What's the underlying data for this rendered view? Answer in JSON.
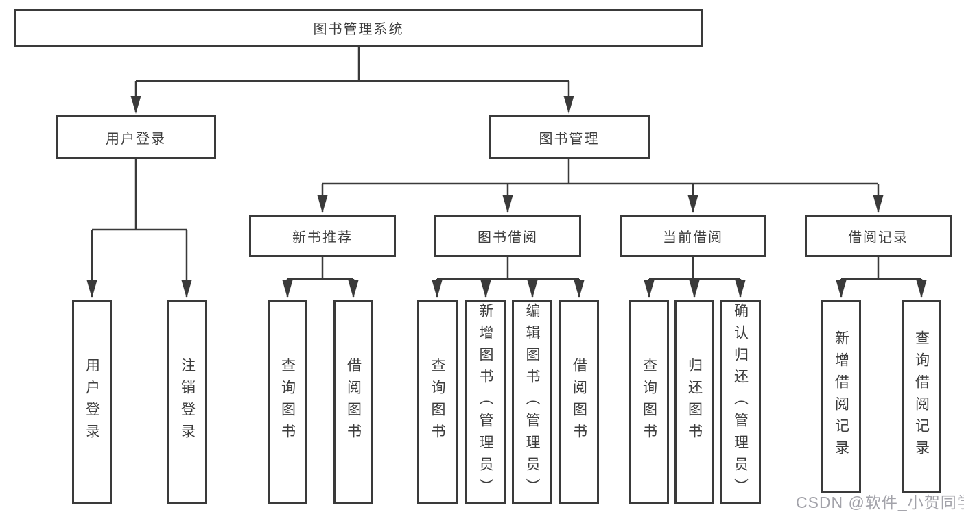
{
  "tree": {
    "label": "图书管理系统",
    "children": [
      {
        "label": "用户登录",
        "children": [
          {
            "label": "用户登录"
          },
          {
            "label": "注销登录"
          }
        ]
      },
      {
        "label": "图书管理",
        "children": [
          {
            "label": "新书推荐",
            "children": [
              {
                "label": "查询图书"
              },
              {
                "label": "借阅图书"
              }
            ]
          },
          {
            "label": "图书借阅",
            "children": [
              {
                "label": "查询图书"
              },
              {
                "label": "新增图书（管理员）"
              },
              {
                "label": "编辑图书（管理员）"
              },
              {
                "label": "借阅图书"
              }
            ]
          },
          {
            "label": "当前借阅",
            "children": [
              {
                "label": "查询图书"
              },
              {
                "label": "归还图书"
              },
              {
                "label": "确认归还（管理员）"
              }
            ]
          },
          {
            "label": "借阅记录",
            "children": [
              {
                "label": "新增借阅记录"
              },
              {
                "label": "查询借阅记录"
              }
            ]
          }
        ]
      }
    ]
  },
  "watermark": "CSDN @软件_小贺同学",
  "colors": {
    "line": "#3a3a3a",
    "box_border": "#3a3a3a",
    "box_background": "#ffffff",
    "text": "#3d3d3d",
    "watermark": "#9e9ea5"
  }
}
